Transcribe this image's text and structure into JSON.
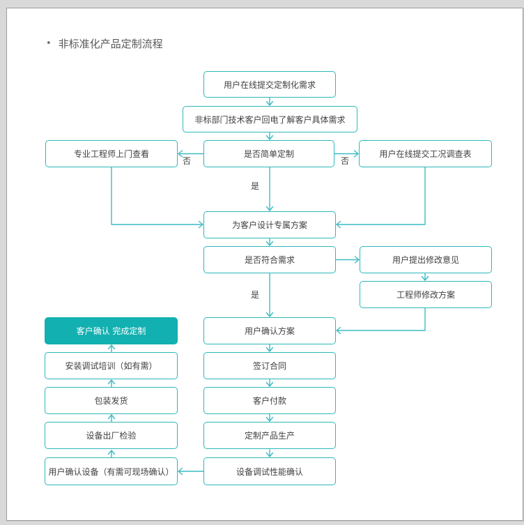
{
  "page": {
    "bullet": "•",
    "title": "非标准化产品定制流程"
  },
  "colors": {
    "accent_border": "#2db7bb",
    "accent_fill": "#12b0b0",
    "connector": "#3cbcc2",
    "box_text": "#3f3f3f",
    "title_text": "#595959",
    "card_bg": "#ffffff",
    "outer_bg": "#d9d9d9"
  },
  "flowchart": {
    "nodes": [
      {
        "id": "submit-online-request",
        "label": "用户在线提交定制化需求"
      },
      {
        "id": "callback-understand-needs",
        "label": "非标部门技术客户回电了解客户具体需求"
      },
      {
        "id": "engineer-onsite-visit",
        "label": "专业工程师上门查看"
      },
      {
        "id": "decision-simple-customization",
        "label": "是否简单定制"
      },
      {
        "id": "submit-condition-survey",
        "label": "用户在线提交工况调查表"
      },
      {
        "id": "design-exclusive-plan",
        "label": "为客户设计专属方案"
      },
      {
        "id": "decision-meets-needs",
        "label": "是否符合需求"
      },
      {
        "id": "user-modification-feedback",
        "label": "用户提出修改意见"
      },
      {
        "id": "engineer-revise-plan",
        "label": "工程师修改方案"
      },
      {
        "id": "customer-confirm-complete",
        "label": "客户确认 完成定制"
      },
      {
        "id": "install-training",
        "label": "安装调试培训（如有需）"
      },
      {
        "id": "user-confirm-plan",
        "label": "用户确认方案"
      },
      {
        "id": "sign-contract",
        "label": "签订合同"
      },
      {
        "id": "customer-payment",
        "label": "客户付款"
      },
      {
        "id": "custom-production",
        "label": "定制产品生产"
      },
      {
        "id": "packaging-shipping",
        "label": "包装发货"
      },
      {
        "id": "factory-inspection",
        "label": "设备出厂检验"
      },
      {
        "id": "user-confirm-equipment",
        "label": "用户确认设备（有需可现场确认）"
      },
      {
        "id": "equipment-performance-check",
        "label": "设备调试性能确认"
      }
    ],
    "labels": {
      "no_left": "否",
      "no_right": "否",
      "yes_upper": "是",
      "yes_lower": "是"
    }
  }
}
